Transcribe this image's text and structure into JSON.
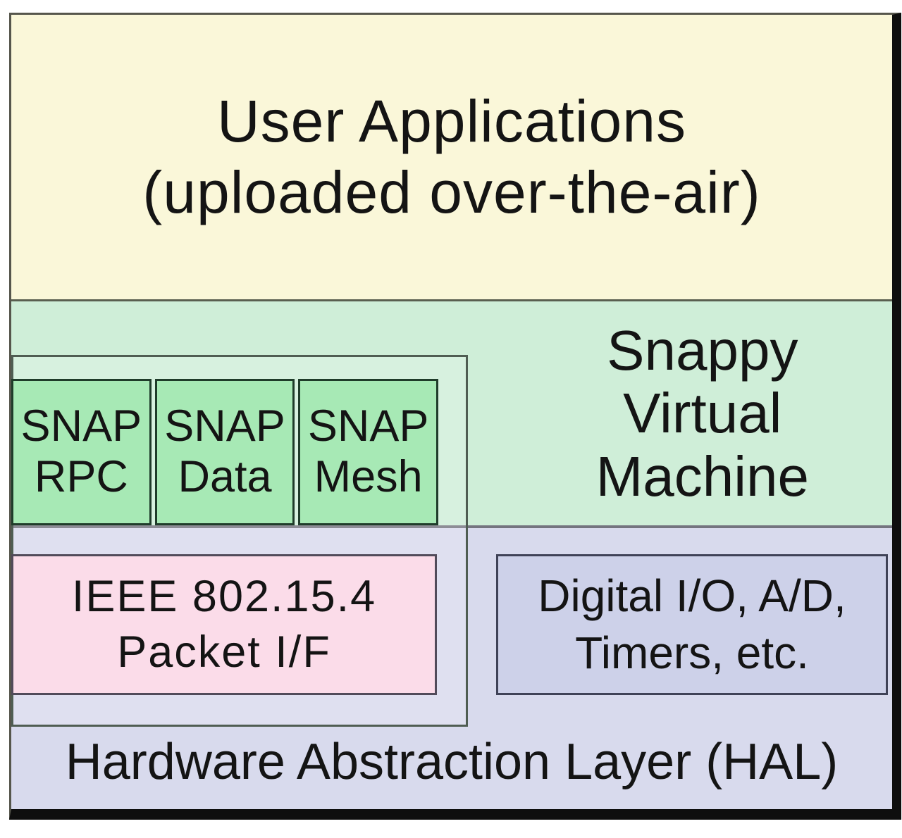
{
  "diagram": {
    "user_applications": {
      "line1": "User Applications",
      "line2": "(uploaded over-the-air)",
      "bg_color": "#faf7d9"
    },
    "snappy_vm": {
      "line1": "Snappy",
      "line2": "Virtual",
      "line3": "Machine",
      "bg_color": "#cfeed8"
    },
    "snap_modules": {
      "box_bg_color": "#a7e9b5",
      "items": [
        {
          "line1": "SNAP",
          "line2": "RPC"
        },
        {
          "line1": "SNAP",
          "line2": "Data"
        },
        {
          "line1": "SNAP",
          "line2": "Mesh"
        }
      ]
    },
    "radio_interface": {
      "line1": "IEEE 802.15.4",
      "line2": "Packet I/F",
      "bg_color": "#fbdce9"
    },
    "peripherals": {
      "line1": "Digital I/O, A/D,",
      "line2": "Timers, etc.",
      "bg_color": "#cdd1e9"
    },
    "hal": {
      "label": "Hardware Abstraction Layer (HAL)",
      "bg_color": "#d8daed"
    }
  }
}
